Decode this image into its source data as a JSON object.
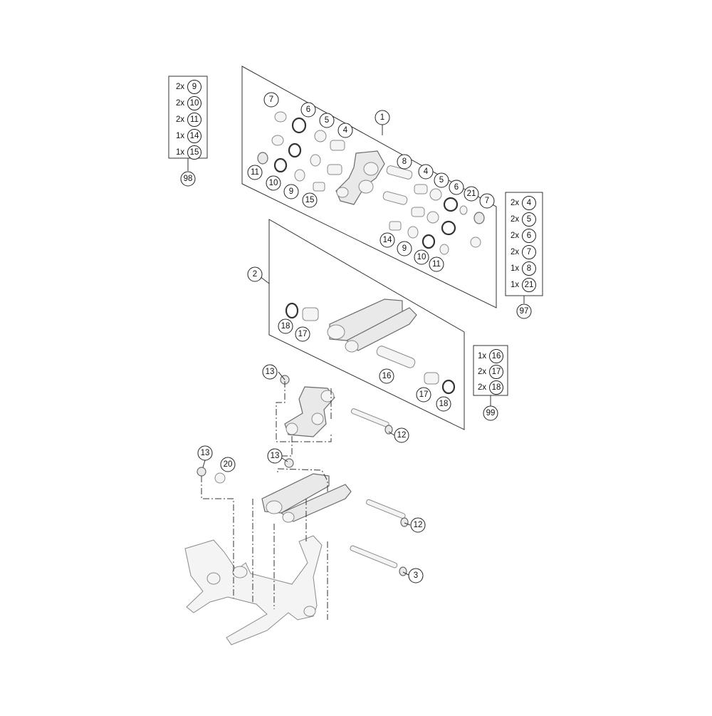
{
  "diagram": {
    "callouts": {
      "c1": "1",
      "c2": "2",
      "c3": "3",
      "c4a": "4",
      "c4b": "4",
      "c5a": "5",
      "c5b": "5",
      "c6a": "6",
      "c6b": "6",
      "c7a": "7",
      "c7b": "7",
      "c8": "8",
      "c9a": "9",
      "c9b": "9",
      "c10a": "10",
      "c10b": "10",
      "c11a": "11",
      "c11b": "11",
      "c12a": "12",
      "c12b": "12",
      "c13a": "13",
      "c13b": "13",
      "c13c": "13",
      "c14": "14",
      "c15": "15",
      "c16": "16",
      "c17a": "17",
      "c17b": "17",
      "c18a": "18",
      "c18b": "18",
      "c20": "20",
      "c21": "21"
    },
    "kits": {
      "kit98": {
        "number": "98",
        "rows": [
          {
            "qty": "2x",
            "part": "9"
          },
          {
            "qty": "2x",
            "part": "10"
          },
          {
            "qty": "2x",
            "part": "11"
          },
          {
            "qty": "1x",
            "part": "14"
          },
          {
            "qty": "1x",
            "part": "15"
          }
        ]
      },
      "kit97": {
        "number": "97",
        "rows": [
          {
            "qty": "2x",
            "part": "4"
          },
          {
            "qty": "2x",
            "part": "5"
          },
          {
            "qty": "2x",
            "part": "6"
          },
          {
            "qty": "2x",
            "part": "7"
          },
          {
            "qty": "1x",
            "part": "8"
          },
          {
            "qty": "1x",
            "part": "21"
          }
        ]
      },
      "kit99": {
        "number": "99",
        "rows": [
          {
            "qty": "1x",
            "part": "16"
          },
          {
            "qty": "2x",
            "part": "17"
          },
          {
            "qty": "2x",
            "part": "18"
          }
        ]
      }
    },
    "icons": [
      "bushing-icon",
      "seal-ring-icon",
      "pivot-bolt-icon",
      "nut-icon",
      "washer-icon",
      "linkage-lever-icon",
      "push-rod-icon",
      "swingarm-icon"
    ]
  }
}
